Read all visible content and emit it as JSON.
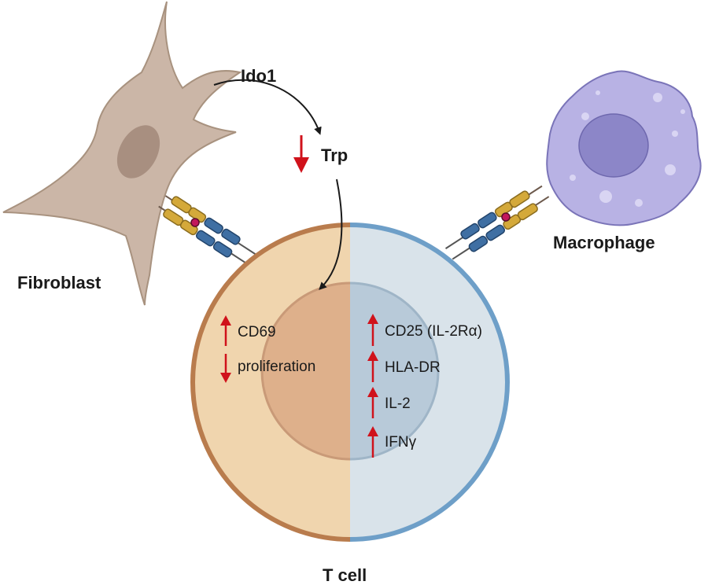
{
  "labels": {
    "fibroblast": "Fibroblast",
    "macrophage": "Macrophage",
    "t_cell": "T cell",
    "ido1": "Ido1",
    "trp": "Trp"
  },
  "left_markers": [
    {
      "text": "CD69",
      "direction": "up"
    },
    {
      "text": "proliferation",
      "direction": "down"
    }
  ],
  "right_markers": [
    {
      "text": "CD25 (IL-2Rα)",
      "direction": "up"
    },
    {
      "text": "HLA-DR",
      "direction": "up"
    },
    {
      "text": "IL-2",
      "direction": "up"
    },
    {
      "text": "IFNγ",
      "direction": "up"
    }
  ],
  "colors": {
    "fibroblast_fill": "#cbb6a7",
    "fibroblast_nucleus": "#a88f80",
    "macrophage_fill": "#b8b2e4",
    "macrophage_nucleus": "#8c86c8",
    "tcell_left_outer": "#f0d5ae",
    "tcell_left_inner": "#deb08b",
    "tcell_right_outer": "#d9e3ea",
    "tcell_right_inner": "#b8cad9",
    "tcell_left_border": "#b97c4d",
    "tcell_right_border": "#6e9fc8",
    "arrow_red": "#d0121b",
    "receptor_gold": "#d4a93a",
    "receptor_blue": "#3f6fa3"
  }
}
